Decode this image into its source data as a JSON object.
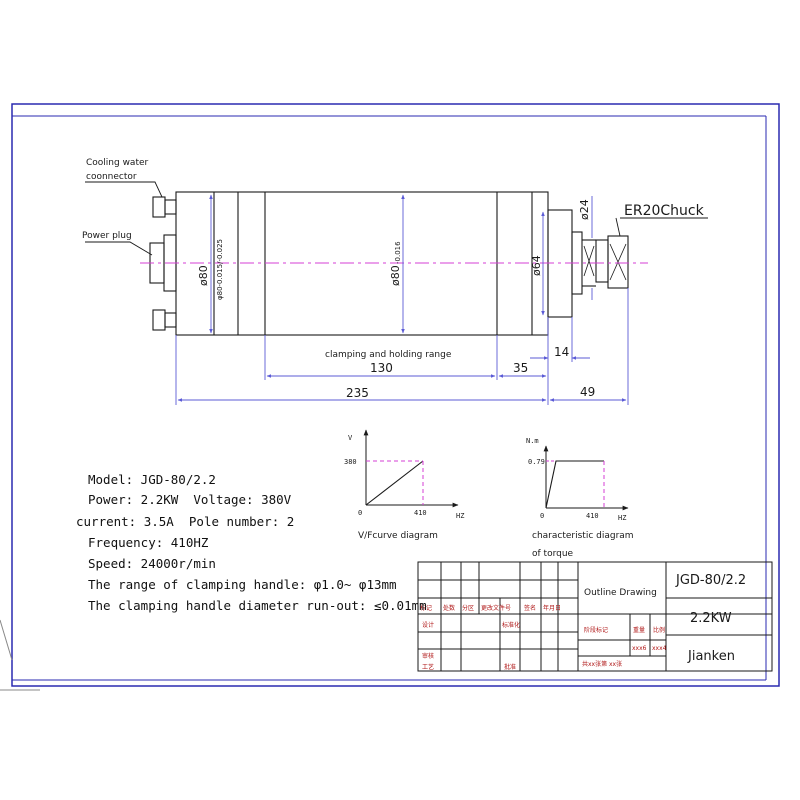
{
  "labels": {
    "cooling_water": "Cooling water",
    "cooling_connector": "coonnector",
    "power_plug": "Power plug",
    "chuck": "ER20Chuck",
    "d_body_left": "φ80-0.015/-0.025",
    "d_body_left_short": "ø80",
    "d_body_mid": "ø80",
    "d_body_mid_tol": "-0.016",
    "d_body_mid_tol_top": "0",
    "d_nose": "ø64",
    "d_chuck": "ø24",
    "dim_14": "14",
    "clamping_range": "clamping and holding range",
    "dim_130": "130",
    "dim_35": "35",
    "dim_235": "235",
    "dim_49": "49"
  },
  "vf_chart": {
    "ylabel": "V",
    "xlabel": "HZ",
    "y_tick": "380",
    "x_tick": "410",
    "origin": "0",
    "caption": "V/Fcurve diagram"
  },
  "torque_chart": {
    "ylabel": "N.m",
    "xlabel": "HZ",
    "y_tick": "0.79",
    "x_tick": "410",
    "origin": "0",
    "caption_line1": "characteristic diagram",
    "caption_line2": "of torque"
  },
  "specs": {
    "model": "Model: JGD-80/2.2",
    "power": "Power: 2.2KW",
    "voltage": "Voltage: 380V",
    "current": "current: 3.5A",
    "poles": "Pole number: 2",
    "frequency": "Frequency: 410HZ",
    "speed": "Speed: 24000r/min",
    "clamp_range": "The range of clamping handle: φ1.0~ φ13mm",
    "runout": "The clamping handle diameter run-out: ≤0.01mm"
  },
  "title_block": {
    "drawing_type": "Outline Drawing",
    "model": "JGD-80/2.2",
    "power": "2.2KW",
    "maker": "Jianken",
    "left_row1": [
      "标记",
      "处数",
      "分区",
      "更改文件号",
      "签名",
      "年月日"
    ],
    "left_row2": [
      "设计",
      "标准化"
    ],
    "left_row3": [
      "审核"
    ],
    "left_row4": [
      "工艺",
      "批准"
    ],
    "mid_row1": [
      "阶段标记",
      "重量",
      "比例"
    ],
    "mid_row2": [
      "xxx6",
      "xxx4"
    ],
    "sheets": "共xx张第 xx张"
  }
}
